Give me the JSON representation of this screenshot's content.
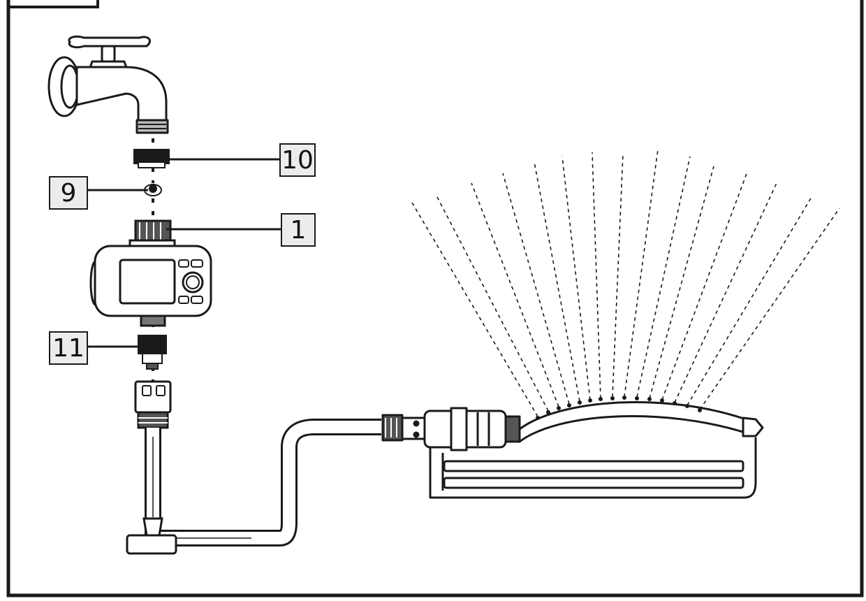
{
  "callouts": {
    "c10": "10",
    "c9": "9",
    "c1": "1",
    "c11": "11"
  },
  "colors": {
    "line": "#1a1a1a",
    "fill": "#ffffff",
    "callout_bg": "#ececec"
  }
}
